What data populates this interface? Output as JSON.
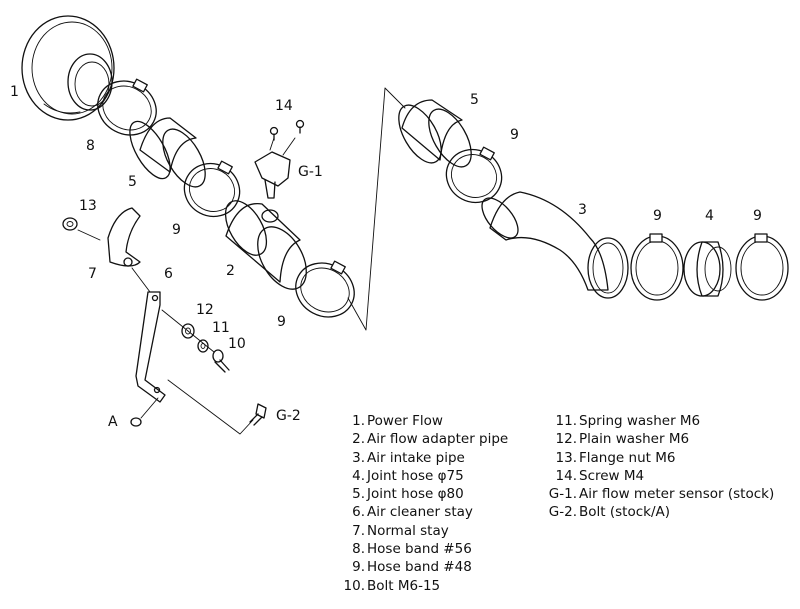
{
  "callouts": {
    "c1": "1",
    "c8": "8",
    "c5a": "5",
    "c9a": "9",
    "c2": "2",
    "c9b": "9",
    "c14": "14",
    "cG1": "G-1",
    "c13": "13",
    "c7": "7",
    "c6": "6",
    "c12": "12",
    "c11": "11",
    "c10": "10",
    "cA": "A",
    "cG2": "G-2",
    "c5b": "5",
    "c9c": "9",
    "c3": "3",
    "c9d": "9",
    "c4": "4",
    "c9e": "9"
  },
  "legend_left": [
    {
      "num": "1.",
      "text": "Power Flow"
    },
    {
      "num": "2.",
      "text": "Air flow adapter pipe"
    },
    {
      "num": "3.",
      "text": "Air intake pipe"
    },
    {
      "num": "4.",
      "text": "Joint hose  φ75"
    },
    {
      "num": "5.",
      "text": "Joint hose  φ80"
    },
    {
      "num": "6.",
      "text": "Air cleaner stay"
    },
    {
      "num": "7.",
      "text": "Normal stay"
    },
    {
      "num": "8.",
      "text": "Hose band  #56"
    },
    {
      "num": "9.",
      "text": "Hose band  #48"
    },
    {
      "num": "10.",
      "text": "Bolt  M6-15"
    }
  ],
  "legend_right": [
    {
      "num": "11.",
      "text": "Spring washer  M6"
    },
    {
      "num": "12.",
      "text": "Plain washer  M6"
    },
    {
      "num": "13.",
      "text": "Flange nut  M6"
    },
    {
      "num": "14.",
      "text": "Screw  M4"
    },
    {
      "num": "G-1.",
      "text": "Air flow meter sensor (stock)"
    },
    {
      "num": "G-2.",
      "text": "Bolt (stock/A)"
    }
  ]
}
